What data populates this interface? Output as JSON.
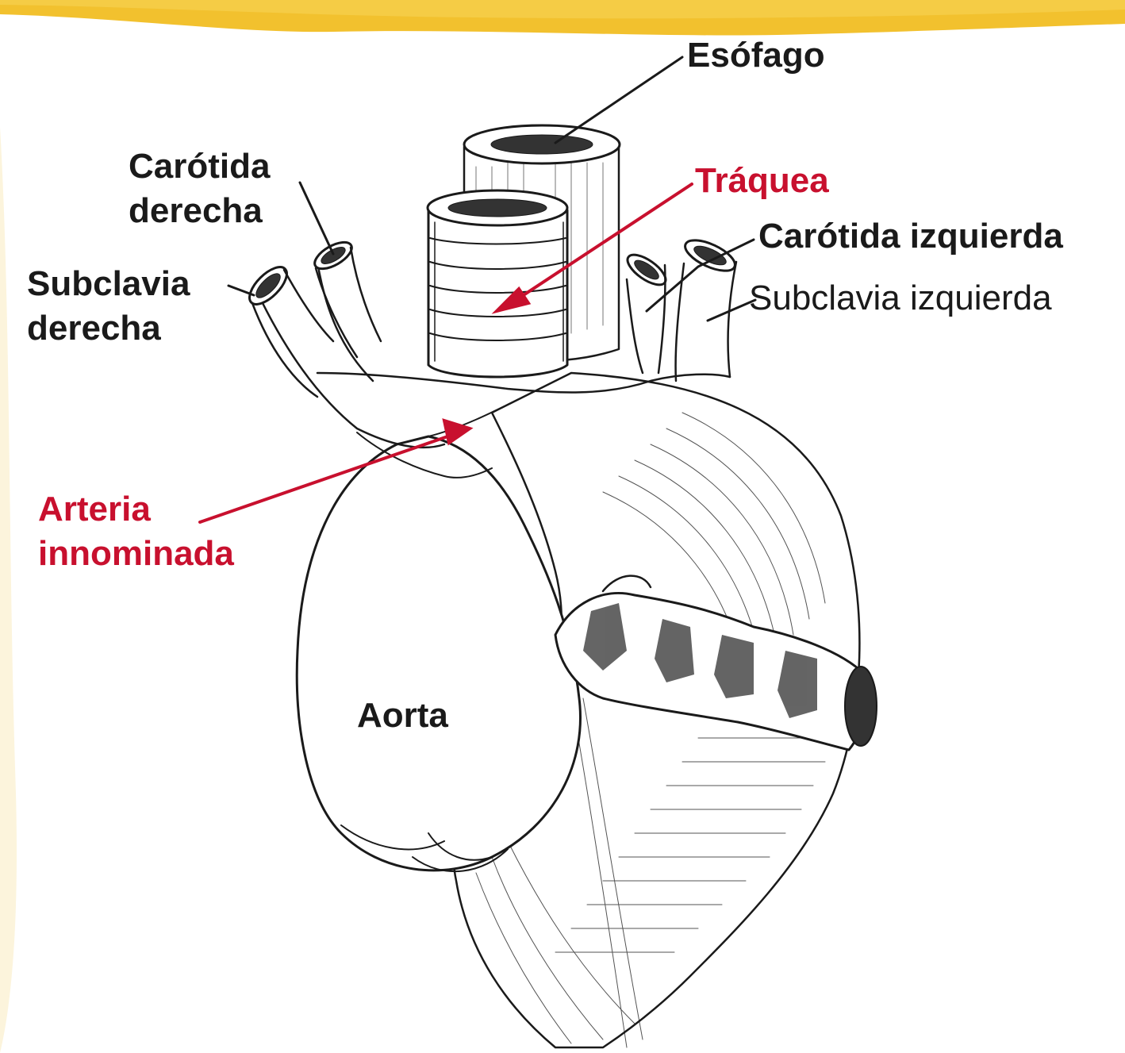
{
  "colors": {
    "banner": "#f2c12e",
    "paper": "#ffffff",
    "ink": "#1a1a1a",
    "red_label": "#c8102e"
  },
  "labels": {
    "esofago": "Esófago",
    "carotida_derecha": {
      "line1": "Carótida",
      "line2": "derecha"
    },
    "traquea": "Tráquea",
    "carotida_izquierda": "Carótida izquierda",
    "subclavia_derecha": {
      "line1": "Subclavia",
      "line2": "derecha"
    },
    "subclavia_izquierda": "Subclavia izquierda",
    "arteria_innominada": {
      "line1": "Arteria",
      "line2": "innominada"
    },
    "aorta": "Aorta"
  }
}
